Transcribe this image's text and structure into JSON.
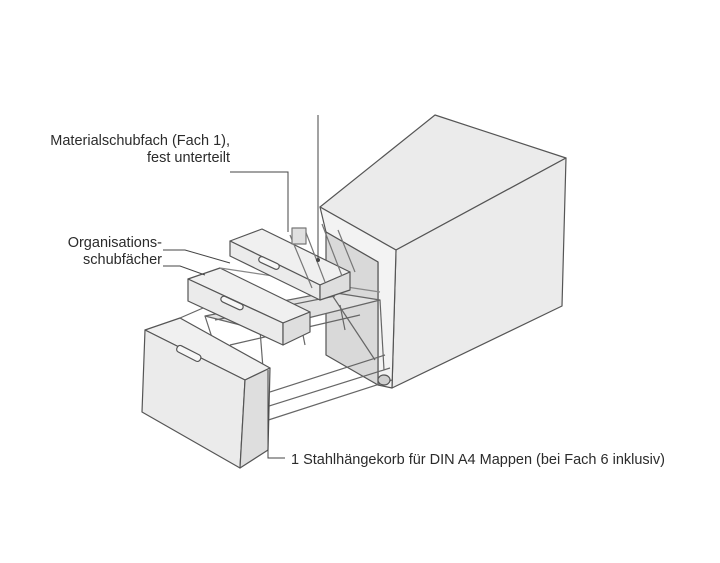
{
  "labels": {
    "material_line1": "Materialschubfach (Fach 1),",
    "material_line2": "fest unterteilt",
    "orga_line1": "Organisations-",
    "orga_line2": "schubfächer",
    "basket": "1 Stahlhängekorb für DIN A4 Mappen (bei Fach 6 inklusiv)"
  },
  "colors": {
    "outline": "#555555",
    "fill": "#ebebeb"
  }
}
